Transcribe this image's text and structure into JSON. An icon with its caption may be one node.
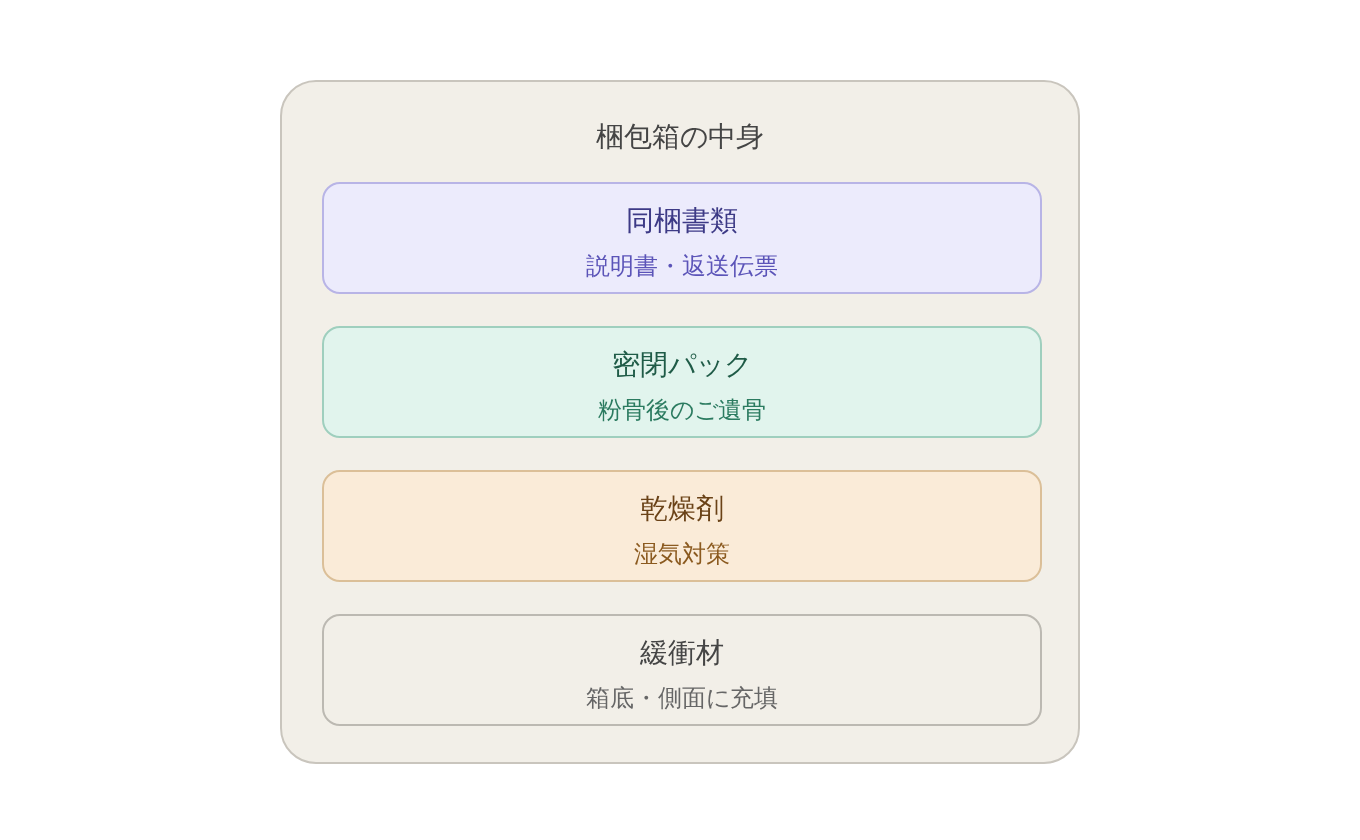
{
  "diagram": {
    "nodes": [
      {
        "text": [
          "梱包箱の中身"
        ]
      },
      {
        "text": [
          "同梱書類",
          "説明書・返送伝票"
        ],
        "in": 0
      },
      {
        "text": [
          "密閉パック",
          "粉骨後のご遺骨"
        ],
        "in": 0
      },
      {
        "text": [
          "乾燥剤",
          "湿気対策"
        ],
        "in": 0
      },
      {
        "text": [
          "緩衝材",
          "箱底・側面に充填"
        ],
        "in": 0
      }
    ]
  }
}
